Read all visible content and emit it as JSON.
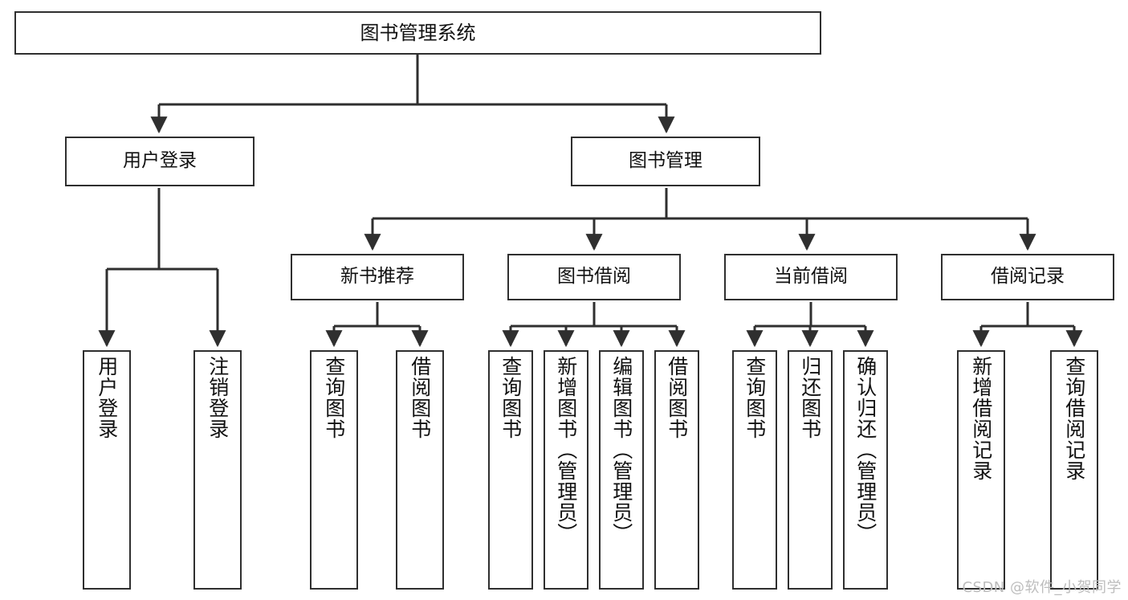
{
  "diagram": {
    "title": "图书管理系统",
    "type": "tree",
    "watermark": "CSDN @软件_小贺同学",
    "colors": {
      "border": "#2f2f2f",
      "background": "#ffffff",
      "text": "#111111",
      "watermark": "#bdbdbd"
    },
    "nodes": {
      "root": {
        "label": "图书管理系统",
        "level": 1,
        "orientation": "horizontal"
      },
      "user_login": {
        "label": "用户登录",
        "level": 2,
        "orientation": "horizontal"
      },
      "book_manage": {
        "label": "图书管理",
        "level": 2,
        "orientation": "horizontal"
      },
      "new_book_rec": {
        "label": "新书推荐",
        "level": 3,
        "orientation": "horizontal"
      },
      "book_borrow": {
        "label": "图书借阅",
        "level": 3,
        "orientation": "horizontal"
      },
      "current_borrow": {
        "label": "当前借阅",
        "level": 3,
        "orientation": "horizontal"
      },
      "borrow_record": {
        "label": "借阅记录",
        "level": 3,
        "orientation": "horizontal"
      },
      "leaf_user_login": {
        "label": "用户登录",
        "level": 4,
        "orientation": "vertical"
      },
      "leaf_logout": {
        "label": "注销登录",
        "level": 4,
        "orientation": "vertical"
      },
      "leaf_query_book_1": {
        "label": "查询图书",
        "level": 4,
        "orientation": "vertical"
      },
      "leaf_borrow_book_1": {
        "label": "借阅图书",
        "level": 4,
        "orientation": "vertical"
      },
      "leaf_query_book_2": {
        "label": "查询图书",
        "level": 4,
        "orientation": "vertical"
      },
      "leaf_add_book": {
        "label": "新增图书（管理员）",
        "level": 4,
        "orientation": "vertical"
      },
      "leaf_edit_book": {
        "label": "编辑图书（管理员）",
        "level": 4,
        "orientation": "vertical"
      },
      "leaf_borrow_book_2": {
        "label": "借阅图书",
        "level": 4,
        "orientation": "vertical"
      },
      "leaf_query_book_3": {
        "label": "查询图书",
        "level": 4,
        "orientation": "vertical"
      },
      "leaf_return_book": {
        "label": "归还图书",
        "level": 4,
        "orientation": "vertical"
      },
      "leaf_confirm_return": {
        "label": "确认归还（管理员）",
        "level": 4,
        "orientation": "vertical"
      },
      "leaf_add_record": {
        "label": "新增借阅记录",
        "level": 4,
        "orientation": "vertical"
      },
      "leaf_query_record": {
        "label": "查询借阅记录",
        "level": 4,
        "orientation": "vertical"
      }
    },
    "edges": [
      {
        "from": "root",
        "to": "user_login"
      },
      {
        "from": "root",
        "to": "book_manage"
      },
      {
        "from": "user_login",
        "to": "leaf_user_login"
      },
      {
        "from": "user_login",
        "to": "leaf_logout"
      },
      {
        "from": "book_manage",
        "to": "new_book_rec"
      },
      {
        "from": "book_manage",
        "to": "book_borrow"
      },
      {
        "from": "book_manage",
        "to": "current_borrow"
      },
      {
        "from": "book_manage",
        "to": "borrow_record"
      },
      {
        "from": "new_book_rec",
        "to": "leaf_query_book_1"
      },
      {
        "from": "new_book_rec",
        "to": "leaf_borrow_book_1"
      },
      {
        "from": "book_borrow",
        "to": "leaf_query_book_2"
      },
      {
        "from": "book_borrow",
        "to": "leaf_add_book"
      },
      {
        "from": "book_borrow",
        "to": "leaf_edit_book"
      },
      {
        "from": "book_borrow",
        "to": "leaf_borrow_book_2"
      },
      {
        "from": "current_borrow",
        "to": "leaf_query_book_3"
      },
      {
        "from": "current_borrow",
        "to": "leaf_return_book"
      },
      {
        "from": "current_borrow",
        "to": "leaf_confirm_return"
      },
      {
        "from": "borrow_record",
        "to": "leaf_add_record"
      },
      {
        "from": "borrow_record",
        "to": "leaf_query_record"
      }
    ]
  }
}
